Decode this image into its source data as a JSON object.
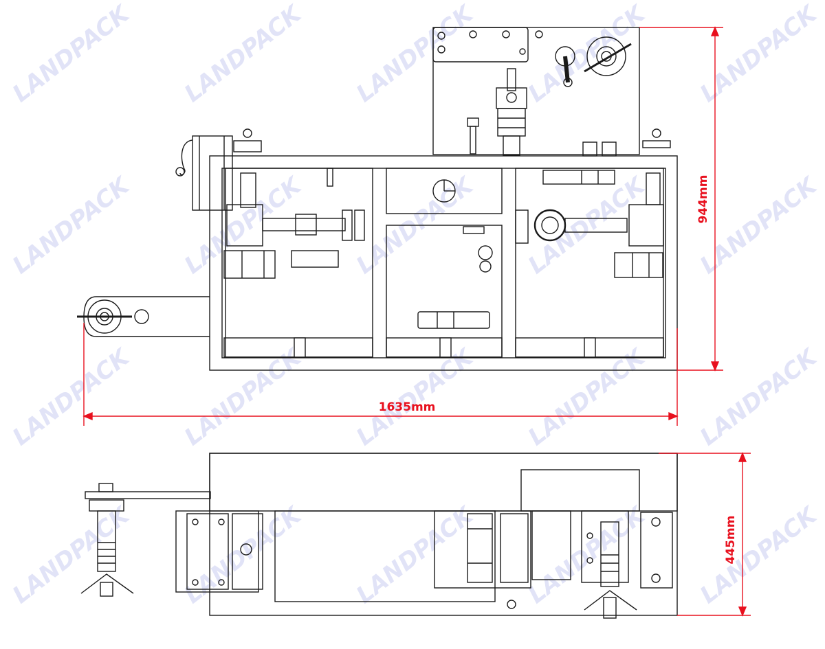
{
  "watermark": {
    "text": "LANDPACK",
    "color": "#c9cdf0"
  },
  "colors": {
    "line": "#1a1a1a",
    "dimension": "#e8101e"
  },
  "dimensions": {
    "height_top": "944mm",
    "length": "1635mm",
    "height_bottom": "445mm"
  }
}
